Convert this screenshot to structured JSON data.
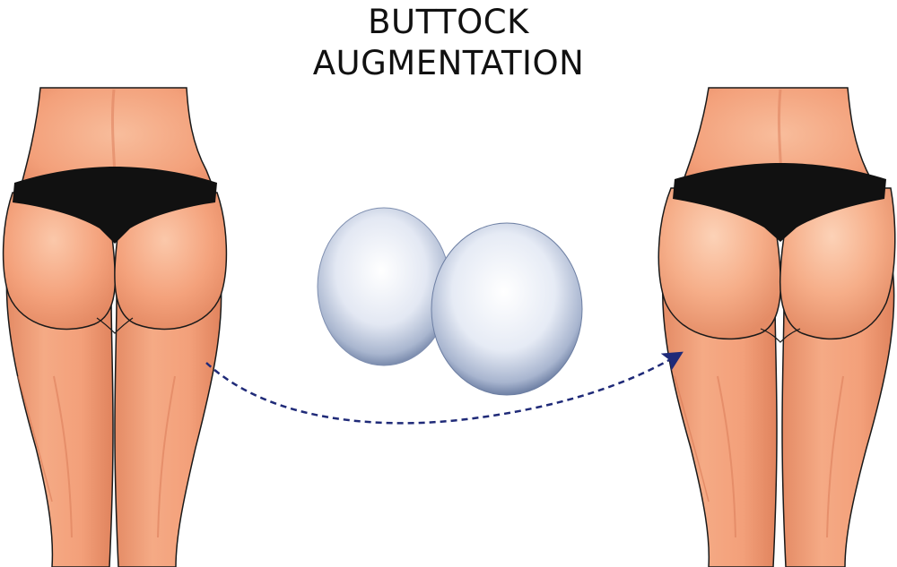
{
  "title": {
    "line1": "BUTTOCK",
    "line2": "AUGMENTATION"
  },
  "figures": {
    "before": {
      "icon": "buttocks-before-figure"
    },
    "after": {
      "icon": "buttocks-after-figure"
    }
  },
  "implants": {
    "count": 2,
    "icon": "implant-spheres"
  },
  "arrow": {
    "icon": "dashed-arrow",
    "style": "dashed",
    "direction": "before-to-after"
  },
  "colors": {
    "skin": "#f3a07a",
    "skin_light": "#f8bd9c",
    "skin_shadow": "#e08461",
    "outline": "#1a1a1a",
    "underwear": "#111111",
    "implant_highlight": "#ffffff",
    "implant_shadow": "#5a6f97",
    "arrow": "#1f2a78"
  }
}
